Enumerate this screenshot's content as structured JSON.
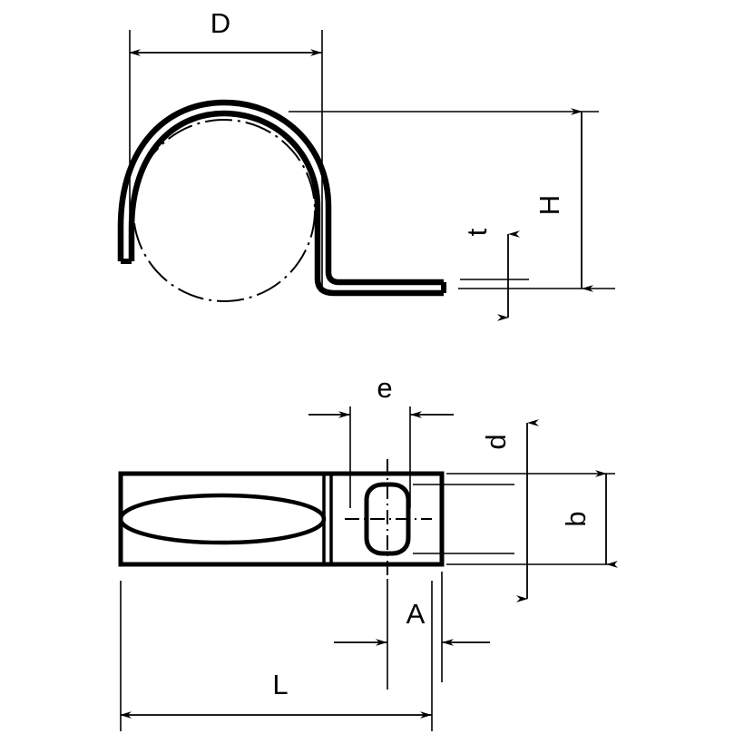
{
  "drawing": {
    "title": "Clamp technical drawing",
    "type": "engineering-dimension-drawing",
    "background_color": "#ffffff",
    "line_color": "#000000",
    "views": [
      {
        "name": "side-view",
        "description": "C-shaped clamp band with bent foot, circular centerline inside"
      },
      {
        "name": "plan-view",
        "description": "Rectangular strap with elongated ellipse and rounded mounting hole"
      }
    ],
    "dimension_labels": {
      "D": "D",
      "H": "H",
      "t": "t",
      "e": "e",
      "d": "d",
      "b": "b",
      "A": "A",
      "L": "L"
    }
  }
}
